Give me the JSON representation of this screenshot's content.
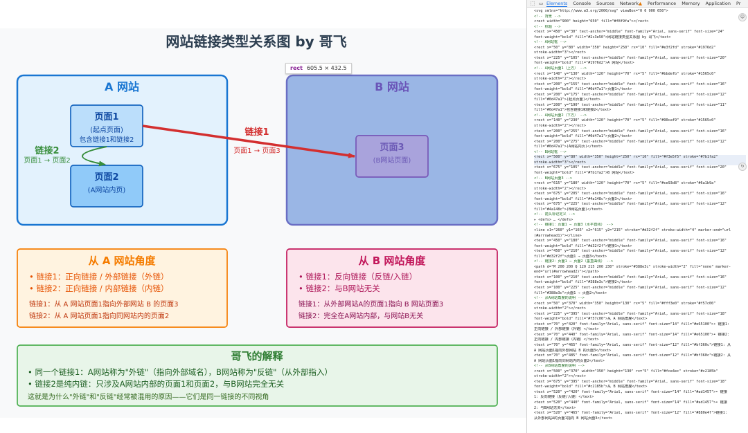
{
  "diagram": {
    "title": "网站链接类型关系图 by 哥飞",
    "site_a": {
      "label": "A 网站"
    },
    "site_b": {
      "label": "B 网站"
    },
    "page1": {
      "title": "页面1",
      "line1": "(起点页面)",
      "line2": "包含链接1和链接2"
    },
    "page2": {
      "title": "页面2",
      "line1": "(A网站内页)"
    },
    "page3": {
      "title": "页面3",
      "line1": "(B网站页面)"
    },
    "link1": {
      "label": "链接1",
      "sub": "页面1 → 页面3"
    },
    "link2": {
      "label": "链接2",
      "sub": "页面1 → 页面2"
    },
    "view_a": {
      "title": "从 A 网站角度",
      "item1": "• 链接1：正向链接 / 外部链接（外链）",
      "item2": "• 链接2：正向链接 / 内部链接（内链）",
      "note1": "链接1：从 A 网站页面1指向外部网站 B 的页面3",
      "note2": "链接2：从 A 网站页面1指向同网站内的页面2"
    },
    "view_b": {
      "title": "从 B 网站角度",
      "item1": "• 链接1：反向链接（反链/入链）",
      "item2": "• 链接2：与B网站无关",
      "note1": "链接1：从外部网站A的页面1指向 B 网站页面3",
      "note2": "链接2：完全在A网站内部，与网站B无关"
    },
    "explain": {
      "title": "哥飞的解释",
      "item1": "• 同一个链接1：A网站称为\"外链\"（指向外部域名），B网站称为\"反链\"（从外部指入）",
      "item2": "• 链接2是纯内链：只涉及A网站内部的页面1和页面2，与B网站完全无关",
      "note": "这就是为什么\"外链\"和\"反链\"经常被混用的原因——它们是同一链接的不同视角"
    }
  },
  "tooltip": {
    "tag": "rect",
    "size": "605.5 × 432.5"
  },
  "devtools": {
    "tabs": [
      "Elements",
      "Console",
      "Sources",
      "Network",
      "Performance",
      "Memory",
      "Application",
      "Pr"
    ],
    "active_tab": "Elements",
    "warn_mark": "▲",
    "code_lines": [
      "<svg xmlns=\"http://www.w3.org/2000/svg\" viewBox=\"0 0 900 650\">",
      "  <!-- 背景 -->",
      "  <rect width=\"900\" height=\"650\" fill=\"#f8f9fa\"></rect>",
      "  <!-- 标题 -->",
      "  <text x=\"450\" y=\"30\" text-anchor=\"middle\" font-family=\"Arial, sans-serif\" font-size=\"24\"",
      "  font-weight=\"bold\" fill=\"#2c3e50\">网站链接类型关系图 by 哥飞</text>",
      "  <!-- A网站框 -->",
      "  <rect x=\"50\" y=\"80\" width=\"350\" height=\"250\" rx=\"10\" fill=\"#e3f2fd\" stroke=\"#1976d2\"",
      "  stroke-width=\"3\"></rect>",
      "  <text x=\"225\" y=\"105\" text-anchor=\"middle\" font-family=\"Arial, sans-serif\" font-size=\"20\"",
      "  font-weight=\"bold\" fill=\"#1976d2\">A 网站</text>",
      "  <!-- A网站页面1（上方） -->",
      "  <rect x=\"140\" y=\"130\" width=\"120\" height=\"70\" rx=\"5\" fill=\"#bbdefb\" stroke=\"#1565c0\"",
      "  stroke-width=\"2\"></rect>",
      "  <text x=\"200\" y=\"155\" text-anchor=\"middle\" font-family=\"Arial, sans-serif\" font-size=\"16\"",
      "  font-weight=\"bold\" fill=\"#0d47a1\">页面1</text>",
      "  <text x=\"200\" y=\"175\" text-anchor=\"middle\" font-family=\"Arial, sans-serif\" font-size=\"12\"",
      "  fill=\"#0d47a1\">(起点页面)</text>",
      "  <text x=\"200\" y=\"190\" text-anchor=\"middle\" font-family=\"Arial, sans-serif\" font-size=\"11\"",
      "  fill=\"#0d47a1\">包含链接1和链接2</text>",
      "  <!-- A网站页面2（下方） -->",
      "  <rect x=\"140\" y=\"230\" width=\"120\" height=\"70\" rx=\"5\" fill=\"#90caf9\" stroke=\"#1565c0\"",
      "  stroke-width=\"2\"></rect>",
      "  <text x=\"200\" y=\"255\" text-anchor=\"middle\" font-family=\"Arial, sans-serif\" font-size=\"16\"",
      "  font-weight=\"bold\" fill=\"#0d47a1\">页面2</text>",
      "  <text x=\"200\" y=\"275\" text-anchor=\"middle\" font-family=\"Arial, sans-serif\" font-size=\"12\"",
      "  fill=\"#0d47a1\">(A网站内页)</text>",
      "  <!-- B网站框 -->",
      "  <rect x=\"500\" y=\"80\" width=\"350\" height=\"250\" rx=\"10\" fill=\"#f3e5f5\" stroke=\"#7b1fa2\"",
      "  stroke-width=\"3\"></rect>",
      "  <text x=\"675\" y=\"105\" text-anchor=\"middle\" font-family=\"Arial, sans-serif\" font-size=\"20\"",
      "  font-weight=\"bold\" fill=\"#7b1fa2\">B 网站</text>",
      "  <!-- B网站页面3 -->",
      "  <rect x=\"615\" y=\"180\" width=\"120\" height=\"70\" rx=\"5\" fill=\"#ce93d8\" stroke=\"#6a1b9a\"",
      "  stroke-width=\"2\"></rect>",
      "  <text x=\"675\" y=\"205\" text-anchor=\"middle\" font-family=\"Arial, sans-serif\" font-size=\"16\"",
      "  font-weight=\"bold\" fill=\"#4a148c\">页面3</text>",
      "  <text x=\"675\" y=\"225\" text-anchor=\"middle\" font-family=\"Arial, sans-serif\" font-size=\"12\"",
      "  fill=\"#4a148c\">(B网站页面)</text>",
      "  <!-- 箭头标记定义 -->",
      "▸ <defs> … </defs>",
      "  <!-- 链接1：页面1 → 页面3（水平直线） -->",
      "  <line x1=\"260\" y1=\"165\" x2=\"615\" y2=\"215\" stroke=\"#d32f2f\" stroke-width=\"4\" marker-end=\"url",
      "  (#arrowhead1)\"></line>",
      "  <text x=\"450\" y=\"180\" text-anchor=\"middle\" font-family=\"Arial, sans-serif\" font-size=\"16\"",
      "  font-weight=\"bold\" fill=\"#d32f2f\">链接1</text>",
      "  <text x=\"450\" y=\"210\" text-anchor=\"middle\" font-family=\"Arial, sans-serif\" font-size=\"12\"",
      "  fill=\"#d32f2f\">页面1 → 页面3</text>",
      "  <!-- 链接2：页面1 → 页面2（垂直曲线） -->",
      "  <path d=\"M 200 200 Q 120 215 200 230\" stroke=\"#388e3c\" stroke-width=\"2\" fill=\"none\" marker-",
      "  end=\"url(#arrowhead2)\"></path>",
      "  <text x=\"100\" y=\"210\" text-anchor=\"middle\" font-family=\"Arial, sans-serif\" font-size=\"16\"",
      "  font-weight=\"bold\" fill=\"#388e3c\">链接2</text>",
      "  <text x=\"100\" y=\"225\" text-anchor=\"middle\" font-family=\"Arial, sans-serif\" font-size=\"12\"",
      "  fill=\"#388e3c\">页面1 → 页面2</text>",
      "  <!-- 从A网站角度的说明 -->",
      "  <rect x=\"50\" y=\"370\" width=\"350\" height=\"130\" rx=\"5\" fill=\"#fff3e0\" stroke=\"#f57c00\"",
      "  stroke-width=\"2\"></rect>",
      "  <text x=\"225\" y=\"395\" text-anchor=\"middle\" font-family=\"Arial, sans-serif\" font-size=\"18\"",
      "  font-weight=\"bold\" fill=\"#f57c00\">从 A 网站角度</text>",
      "  <text x=\"70\" y=\"420\" font-family=\"Arial, sans-serif\" font-size=\"14\" fill=\"#e65100\">• 链接1:",
      "  正向链接 / 外部链接（外链）</text>",
      "  <text x=\"70\" y=\"440\" font-family=\"Arial, sans-serif\" font-size=\"14\" fill=\"#e65100\">• 链接2:",
      "  正向链接 / 内部链接（内链）</text>",
      "  <text x=\"70\" y=\"465\" font-family=\"Arial, sans-serif\" font-size=\"12\" fill=\"#bf360c\">链接1: 从",
      "  A 网站页面1指向外部网站 B 的页面3</text>",
      "  <text x=\"70\" y=\"485\" font-family=\"Arial, sans-serif\" font-size=\"12\" fill=\"#bf360c\">链接2: 从",
      "  A 网站页面1指向同网站内的页面2</text>",
      "  <!-- 从B网站角度的说明 -->",
      "  <rect x=\"500\" y=\"370\" width=\"350\" height=\"130\" rx=\"5\" fill=\"#fce4ec\" stroke=\"#c2185b\"",
      "  stroke-width=\"2\"></rect>",
      "  <text x=\"675\" y=\"395\" text-anchor=\"middle\" font-family=\"Arial, sans-serif\" font-size=\"18\"",
      "  font-weight=\"bold\" fill=\"#c2185b\">从 B 网站角度</text>",
      "  <text x=\"520\" y=\"420\" font-family=\"Arial, sans-serif\" font-size=\"14\" fill=\"#ad1457\">• 链接",
      "  1: 反向链接（反链/入链）</text>",
      "  <text x=\"520\" y=\"440\" font-family=\"Arial, sans-serif\" font-size=\"14\" fill=\"#ad1457\">• 链接",
      "  2: 与B网站无关</text>",
      "  <text x=\"520\" y=\"465\" font-family=\"Arial, sans-serif\" font-size=\"12\" fill=\"#880e4f\">链接1:",
      "  从外部网站A的页面1指向 B 网站页面3</text>"
    ]
  }
}
